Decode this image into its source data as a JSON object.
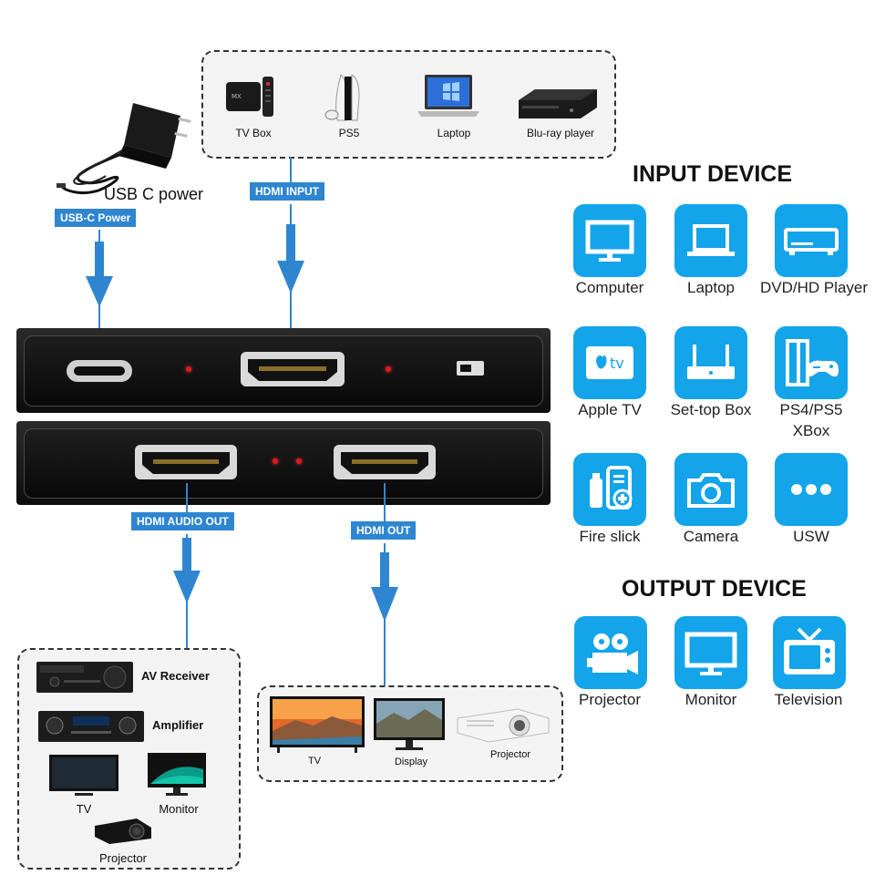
{
  "top_sources": {
    "items": [
      {
        "label": "TV Box"
      },
      {
        "label": "PS5"
      },
      {
        "label": "Laptop"
      },
      {
        "label": "Blu-ray player"
      }
    ]
  },
  "power": {
    "caption": "USB C power",
    "tag": "USB-C Power"
  },
  "connections": {
    "hdmi_input": "HDMI INPUT",
    "hdmi_audio_out": "HDMI AUDIO OUT",
    "hdmi_out": "HDMI OUT"
  },
  "input_device": {
    "title": "INPUT DEVICE",
    "tiles": [
      {
        "label": "Computer",
        "icon": "computer-icon"
      },
      {
        "label": "Laptop",
        "icon": "laptop-icon"
      },
      {
        "label": "DVD/HD Player",
        "icon": "dvd-player-icon"
      },
      {
        "label": "Apple TV",
        "icon": "apple-tv-icon",
        "glyph": "tv"
      },
      {
        "label": "Set-top Box",
        "icon": "set-top-box-icon"
      },
      {
        "label": "PS4/PS5",
        "label2": "XBox",
        "icon": "game-console-icon"
      },
      {
        "label": "Fire slick",
        "icon": "fire-stick-icon"
      },
      {
        "label": "Camera",
        "icon": "camera-icon"
      },
      {
        "label": "USW",
        "icon": "more-icon"
      }
    ]
  },
  "output_device": {
    "title": "OUTPUT DEVICE",
    "tiles": [
      {
        "label": "Projector",
        "icon": "projector-icon"
      },
      {
        "label": "Monitor",
        "icon": "monitor-icon"
      },
      {
        "label": "Television",
        "icon": "television-icon"
      }
    ]
  },
  "audio_out_devices": {
    "items": [
      {
        "label": "AV Receiver"
      },
      {
        "label": "Amplifier"
      },
      {
        "label": "TV"
      },
      {
        "label": "Monitor"
      },
      {
        "label": "Projector"
      }
    ]
  },
  "hdmi_out_devices": {
    "items": [
      {
        "label": "TV"
      },
      {
        "label": "Display"
      },
      {
        "label": "Projector"
      }
    ]
  },
  "colors": {
    "accent_blue": "#2f86d0",
    "tile_blue": "#13a4ea",
    "led_red": "#e21b1b",
    "device_black": "#111111"
  }
}
